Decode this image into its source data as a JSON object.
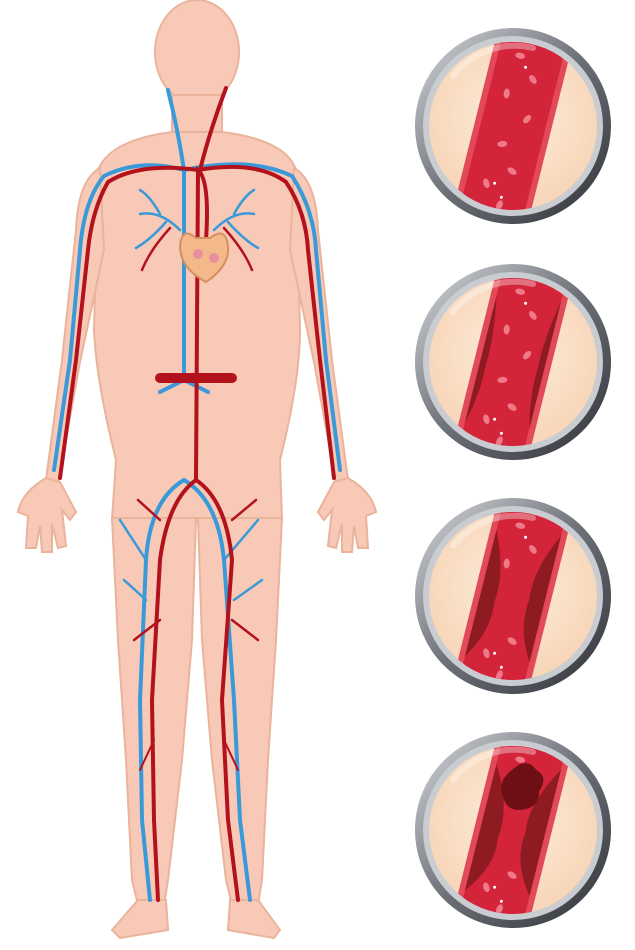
{
  "colors": {
    "background": "#ffffff",
    "skin": "#f8c9b6",
    "skin_outline": "#e9a98f",
    "artery": "#b3121c",
    "vein": "#3a9ad9",
    "heart": "#f3b98a",
    "lens_rim_dark": "#4a4d53",
    "lens_rim_light": "#c9ccd1",
    "lens_fill": "#fbe1c9",
    "vessel_wall": "#e24a5a",
    "vessel_lumen": "#d4243a",
    "plaque": "#8e1a22",
    "blood_cell": "#f28a98"
  },
  "figure": {
    "icon": "human-circulatory-system-icon"
  },
  "stages": [
    {
      "icon": "healthy-artery-icon",
      "plaque_level": 0.0,
      "clot": false
    },
    {
      "icon": "early-plaque-artery-icon",
      "plaque_level": 0.25,
      "clot": false
    },
    {
      "icon": "narrowed-artery-icon",
      "plaque_level": 0.6,
      "clot": false
    },
    {
      "icon": "blocked-artery-clot-icon",
      "plaque_level": 0.75,
      "clot": true
    }
  ]
}
